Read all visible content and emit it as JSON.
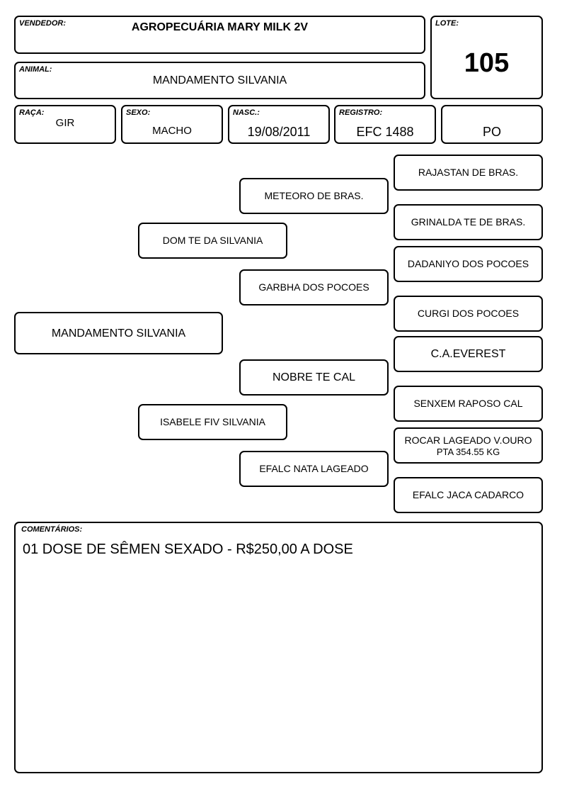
{
  "header": {
    "vendedor_label": "VENDEDOR:",
    "vendedor": "AGROPECUÁRIA MARY MILK 2V",
    "lote_label": "LOTE:",
    "lote": "105",
    "animal_label": "ANIMAL:",
    "animal": "MANDAMENTO SILVANIA"
  },
  "info": {
    "raca_label": "RAÇA:",
    "raca": "GIR",
    "sexo_label": "SEXO:",
    "sexo": "MACHO",
    "nasc_label": "NASC.:",
    "nasc": "19/08/2011",
    "registro_label": "REGISTRO:",
    "registro": "EFC 1488",
    "categoria": "PO"
  },
  "pedigree": {
    "animal": "MANDAMENTO SILVANIA",
    "sire": "DOM TE DA SILVANIA",
    "dam": "ISABELE FIV SILVANIA",
    "sire_sire": "METEORO DE BRAS.",
    "sire_dam": "GARBHA DOS POCOES",
    "dam_sire": "NOBRE TE CAL",
    "dam_dam": "EFALC NATA LAGEADO",
    "g3": [
      "RAJASTAN DE BRAS.",
      "GRINALDA TE DE BRAS.",
      "DADANIYO DOS POCOES",
      "CURGI DOS POCOES",
      "C.A.EVEREST",
      "SENXEM RAPOSO CAL",
      "ROCAR LAGEADO V.OURO",
      "EFALC JACA CADARCO"
    ],
    "g3_extra": "PTA 354.55 KG"
  },
  "comments": {
    "label": "COMENTÁRIOS:",
    "text": "01 DOSE DE SÊMEN SEXADO - R$250,00 A DOSE"
  }
}
